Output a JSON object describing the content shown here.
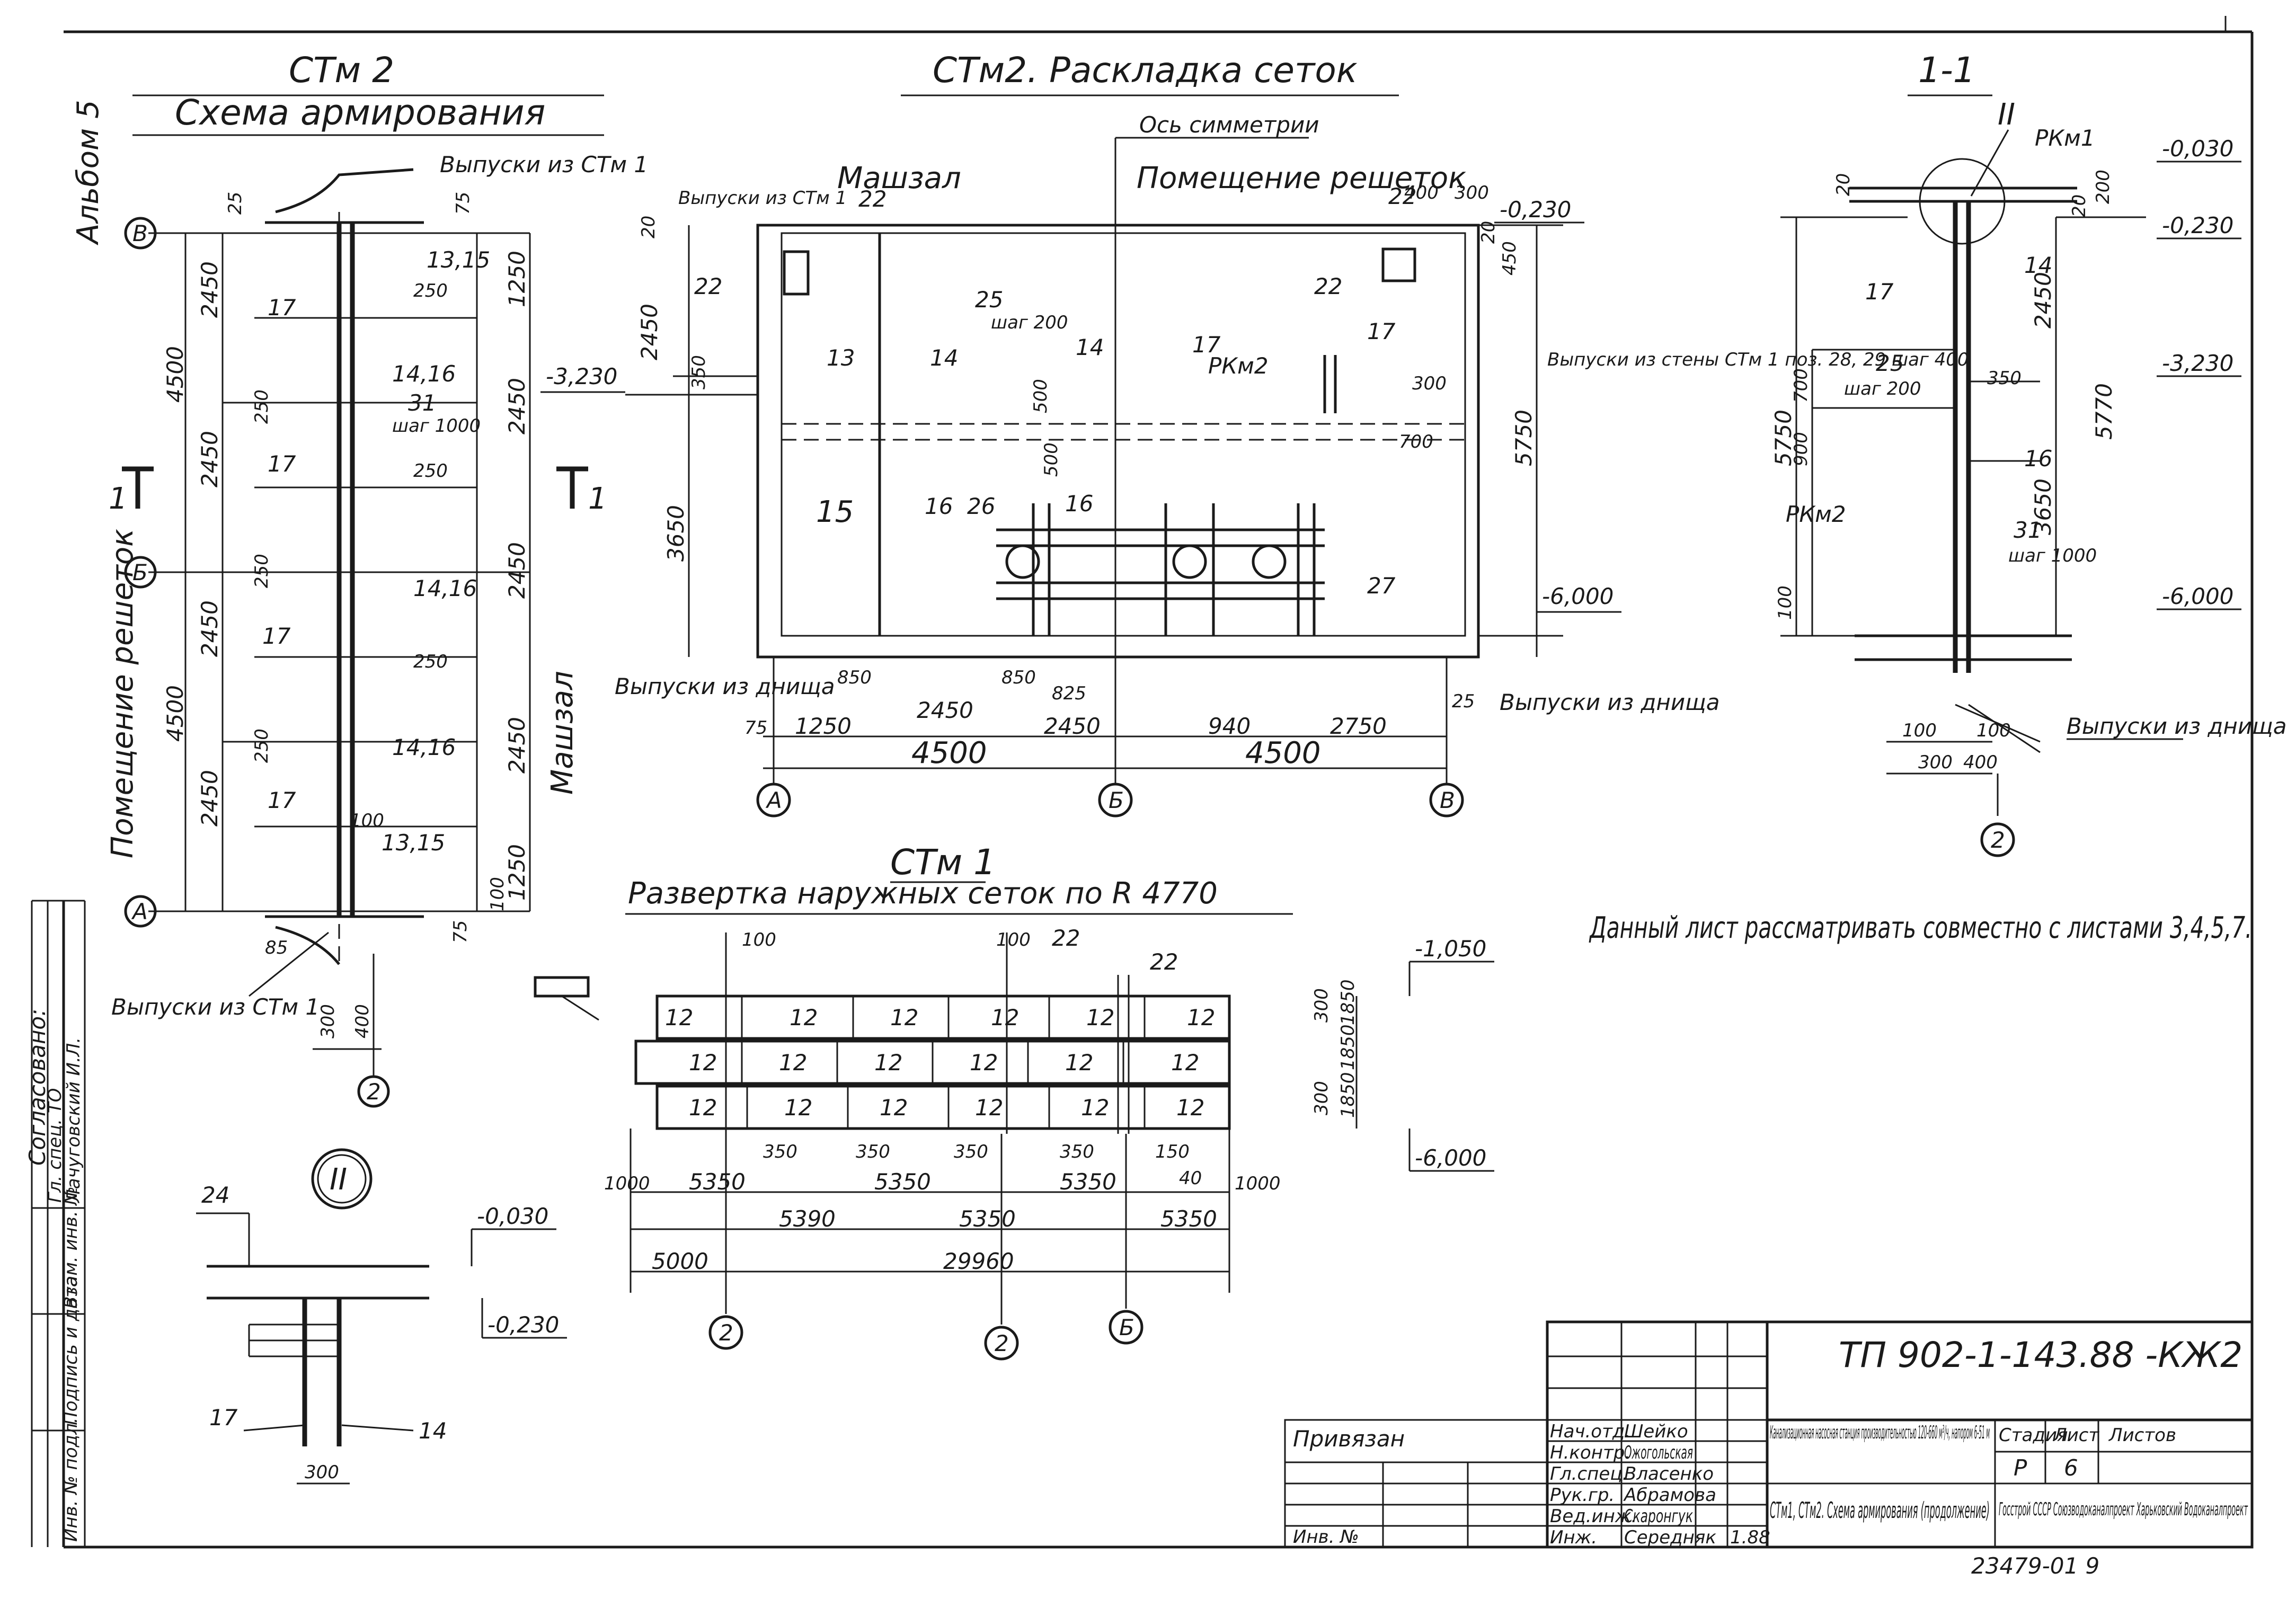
{
  "album_label": "Альбом 5",
  "side_stamp": {
    "soglasovano": "Согласовано:",
    "gl_spec": "Гл. спец. ТО",
    "gl_spec_name": "Лачуговский И.Л.",
    "inv_podl": "Инв. № подл.",
    "podpis_data": "Подпись и дата",
    "vzam_inv": "Взам. инв. №"
  },
  "views": {
    "scheme": {
      "title": "СТм 2",
      "subtitle": "Схема армирования",
      "axes": [
        "В",
        "Б",
        "А",
        "2"
      ],
      "dims_left": [
        "4500",
        "4500",
        "2450",
        "2450",
        "2450",
        "2450"
      ],
      "dims_right": [
        "1250",
        "2450",
        "2450",
        "2450",
        "1250"
      ],
      "small_dims": [
        "25",
        "75",
        "250",
        "250",
        "250",
        "250",
        "250",
        "250",
        "100",
        "100",
        "75",
        "85",
        "300",
        "400"
      ],
      "marks": [
        "13,15",
        "17",
        "14,16",
        "31",
        "шаг 1000",
        "17",
        "14,16",
        "17",
        "14,16",
        "17",
        "13,15"
      ],
      "labels": {
        "vypuski_top": "Выпуски из СТм 1",
        "vypuski_bottom": "Выпуски из СТм 1",
        "pomeshchenie": "Помещение решеток",
        "mashzal": "Машзал",
        "section_mark": "1"
      }
    },
    "layout": {
      "title": "СТм2. Раскладка сеток",
      "labels": {
        "os_simmetrii": "Ось симметрии",
        "mashzal": "Машзал",
        "pomeshchenie": "Помещение решеток",
        "vypuski_stm1": "Выпуски из СТм 1",
        "vypuski_steny": "Выпуски из стены СТм 1 поз. 28, 29 шаг 400",
        "vypuski_dnishcha_l": "Выпуски из днища",
        "vypuski_dnishcha_r": "Выпуски из днища",
        "shag200": "шаг 200",
        "rkm2": "РКм2"
      },
      "levels": [
        "-0,230",
        "-3,230",
        "-6,000"
      ],
      "marks": [
        "22",
        "22",
        "22",
        "22",
        "13",
        "14",
        "14",
        "25",
        "17",
        "17",
        "15",
        "16",
        "26",
        "16",
        "27"
      ],
      "dims_bottom": [
        "75",
        "1250",
        "850",
        "2450",
        "850",
        "825",
        "2450",
        "940",
        "2750",
        "25",
        "4500",
        "4500"
      ],
      "dims_vertical": [
        "20",
        "2450",
        "350",
        "3650",
        "5750",
        "500",
        "500",
        "300",
        "700",
        "20",
        "450",
        "400",
        "300"
      ],
      "axes": [
        "А",
        "Б",
        "В"
      ]
    },
    "section": {
      "title": "1-1",
      "node_mark": "II",
      "levels": [
        "-0,030",
        "-0,230",
        "-3,230",
        "-6,000"
      ],
      "marks": [
        "РКм1",
        "17",
        "14",
        "25",
        "шаг 200",
        "РКм2",
        "16",
        "31",
        "шаг 1000"
      ],
      "dims": [
        "20",
        "20",
        "200",
        "2450",
        "5770",
        "700",
        "350",
        "900",
        "5750",
        "3650",
        "100",
        "100",
        "100",
        "300",
        "400"
      ],
      "labels": {
        "vypuski": "Выпуски из днища"
      },
      "axes": [
        "2"
      ]
    },
    "unfold": {
      "title": "СТм 1",
      "subtitle": "Развертка наружных сеток по R 4770",
      "levels": [
        "-1,050",
        "-6,000"
      ],
      "panel_mark": "12",
      "marks": [
        "100",
        "100",
        "22",
        "22"
      ],
      "dims_right": [
        "300",
        "1850",
        "1850",
        "1850",
        "300"
      ],
      "dims_spacing": [
        "350",
        "350",
        "350",
        "350",
        "150",
        "40"
      ],
      "dims_bottom_a": [
        "1000",
        "5350",
        "5350",
        "5350",
        "1000"
      ],
      "dims_bottom_b": [
        "5390",
        "5350",
        "5350"
      ],
      "dims_total": [
        "5000",
        "29960"
      ],
      "axes": [
        "2",
        "2",
        "Б"
      ]
    },
    "node": {
      "title": "II",
      "levels": [
        "-0,030",
        "-0,230"
      ],
      "marks": [
        "24",
        "17",
        "14"
      ],
      "dims": [
        "300"
      ]
    }
  },
  "note": "Данный лист рассматривать совместно с листами 3,4,5,7.",
  "title_block": {
    "code": "ТП 902-1-143.88 -КЖ2",
    "privyazan": "Привязан",
    "inv_no": "Инв. №",
    "roles": [
      "Нач.отд.",
      "Н.контр.",
      "Гл.спец.",
      "Рук.гр.",
      "Вед.инж.",
      "Инж."
    ],
    "names": [
      "Шейко",
      "Ожогольская",
      "Власенко",
      "Абрамова",
      "Скаронгук",
      "Середняк"
    ],
    "project": "Канализационная насосная станция производительностью 120-660 м³/ч, напором 6-51 м",
    "sheet_title": "СТм1, СТм2. Схема армирования (продолжение)",
    "stadiya_h": "Стадия",
    "list_h": "Лист",
    "listov_h": "Листов",
    "stadiya": "Р",
    "list": "6",
    "org": "Госстрой СССР Союзводоканалпроект Харьковский Водоканалпроект",
    "date": "1.88",
    "archive": "23479-01 9"
  }
}
